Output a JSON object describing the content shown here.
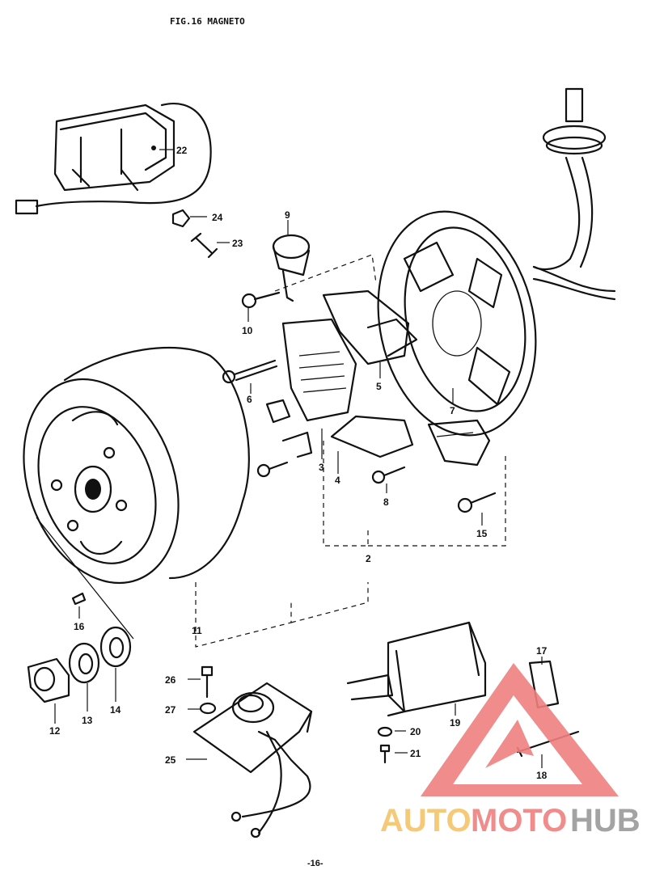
{
  "header": {
    "title": "FIG.16  MAGNETO"
  },
  "parts": {
    "p2": "2",
    "p3": "3",
    "p4": "4",
    "p5": "5",
    "p6": "6",
    "p7": "7",
    "p8": "8",
    "p9": "9",
    "p10": "10",
    "p11": "11",
    "p12": "12",
    "p13": "13",
    "p14": "14",
    "p15": "15",
    "p16": "16",
    "p17": "17",
    "p18": "18",
    "p19": "19",
    "p20": "20",
    "p21": "21",
    "p22": "22",
    "p23": "23",
    "p24": "24",
    "p25": "25",
    "p26": "26",
    "p27": "27"
  },
  "footer": {
    "page_number": "-16-"
  },
  "watermark": {
    "auto": "AUTO",
    "moto": "MOTO",
    "hub": "HUB",
    "colors": {
      "auto": "#f5c46a",
      "moto": "#f08080",
      "hub": "#9a9a9a",
      "triangle": "#f08080"
    }
  }
}
